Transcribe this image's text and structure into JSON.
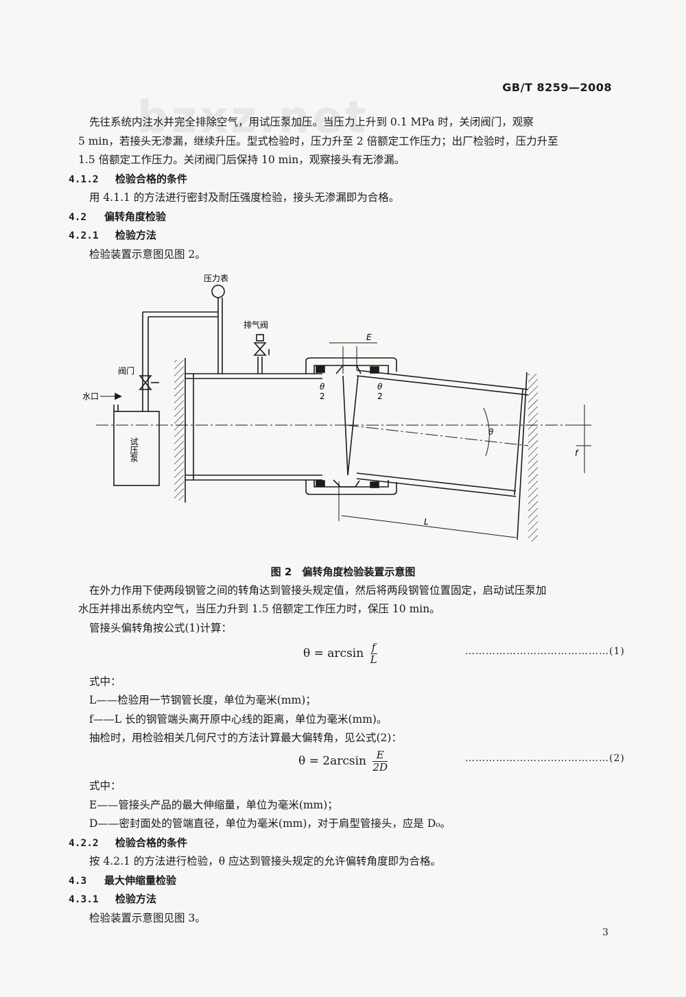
{
  "header": {
    "standard_no": "GB/T 8259—2008"
  },
  "watermark": "bzxz.net",
  "paragraphs": {
    "p1_l1": "先往系统内注水并完全排除空气，用试压泵加压。当压力上升到 0.1 MPa 时，关闭阀门，观察",
    "p1_l2": "5 min，若接头无渗漏，继续升压。型式检验时，压力升至 2 倍额定工作压力；出厂检验时，压力升至",
    "p1_l3": "1.5 倍额定工作压力。关闭阀门后保持 10 min，观察接头有无渗漏。",
    "s412_num": "4.1.2",
    "s412_title": "检验合格的条件",
    "p2": "用 4.1.1 的方法进行密封及耐压强度检验，接头无渗漏即为合格。",
    "s42_num": "4.2",
    "s42_title": "偏转角度检验",
    "s421_num": "4.2.1",
    "s421_title": "检验方法",
    "p3": "检验装置示意图见图 2。",
    "p4_l1": "在外力作用下使两段钢管之间的转角达到管接头规定值，然后将两段钢管位置固定，启动试压泵加",
    "p4_l2": "水压并排出系统内空气，当压力升到 1.5 倍额定工作压力时，保压 10 min。",
    "p5": "管接头偏转角按公式(1)计算：",
    "where1": "式中：",
    "def_L": "L——检验用一节钢管长度，单位为毫米(mm)；",
    "def_f": "f——L 长的钢管端头离开原中心线的距离，单位为毫米(mm)。",
    "p6": "抽检时，用检验相关几何尺寸的方法计算最大偏转角，见公式(2)：",
    "where2": "式中：",
    "def_E": "E——管接头产品的最大伸缩量，单位为毫米(mm)；",
    "def_D": "D——密封面处的管端直径，单位为毫米(mm)，对于肩型管接头，应是 D₀。",
    "s422_num": "4.2.2",
    "s422_title": "检验合格的条件",
    "p7": "按 4.2.1 的方法进行检验，θ 应达到管接头规定的允许偏转角度即为合格。",
    "s43_num": "4.3",
    "s43_title": "最大伸缩量检验",
    "s431_num": "4.3.1",
    "s431_title": "检验方法",
    "p8": "检验装置示意图见图 3。"
  },
  "formula1": {
    "lhs": "θ = arcsin",
    "num": "f",
    "den": "L",
    "eqno": "……………………………………(1)"
  },
  "formula2": {
    "lhs": "θ = 2arcsin",
    "num": "E",
    "den": "2D",
    "eqno": "……………………………………(2)"
  },
  "figure": {
    "caption": "图 2　偏转角度检验装置示意图",
    "labels": {
      "gauge": "压力表",
      "vent": "排气阀",
      "valve": "阀门",
      "inlet": "水口",
      "pump": "试压泵",
      "E": "E",
      "half_theta": "θ",
      "half_den": "2",
      "theta": "θ",
      "f": "f",
      "L": "L"
    }
  },
  "page_number": "3"
}
